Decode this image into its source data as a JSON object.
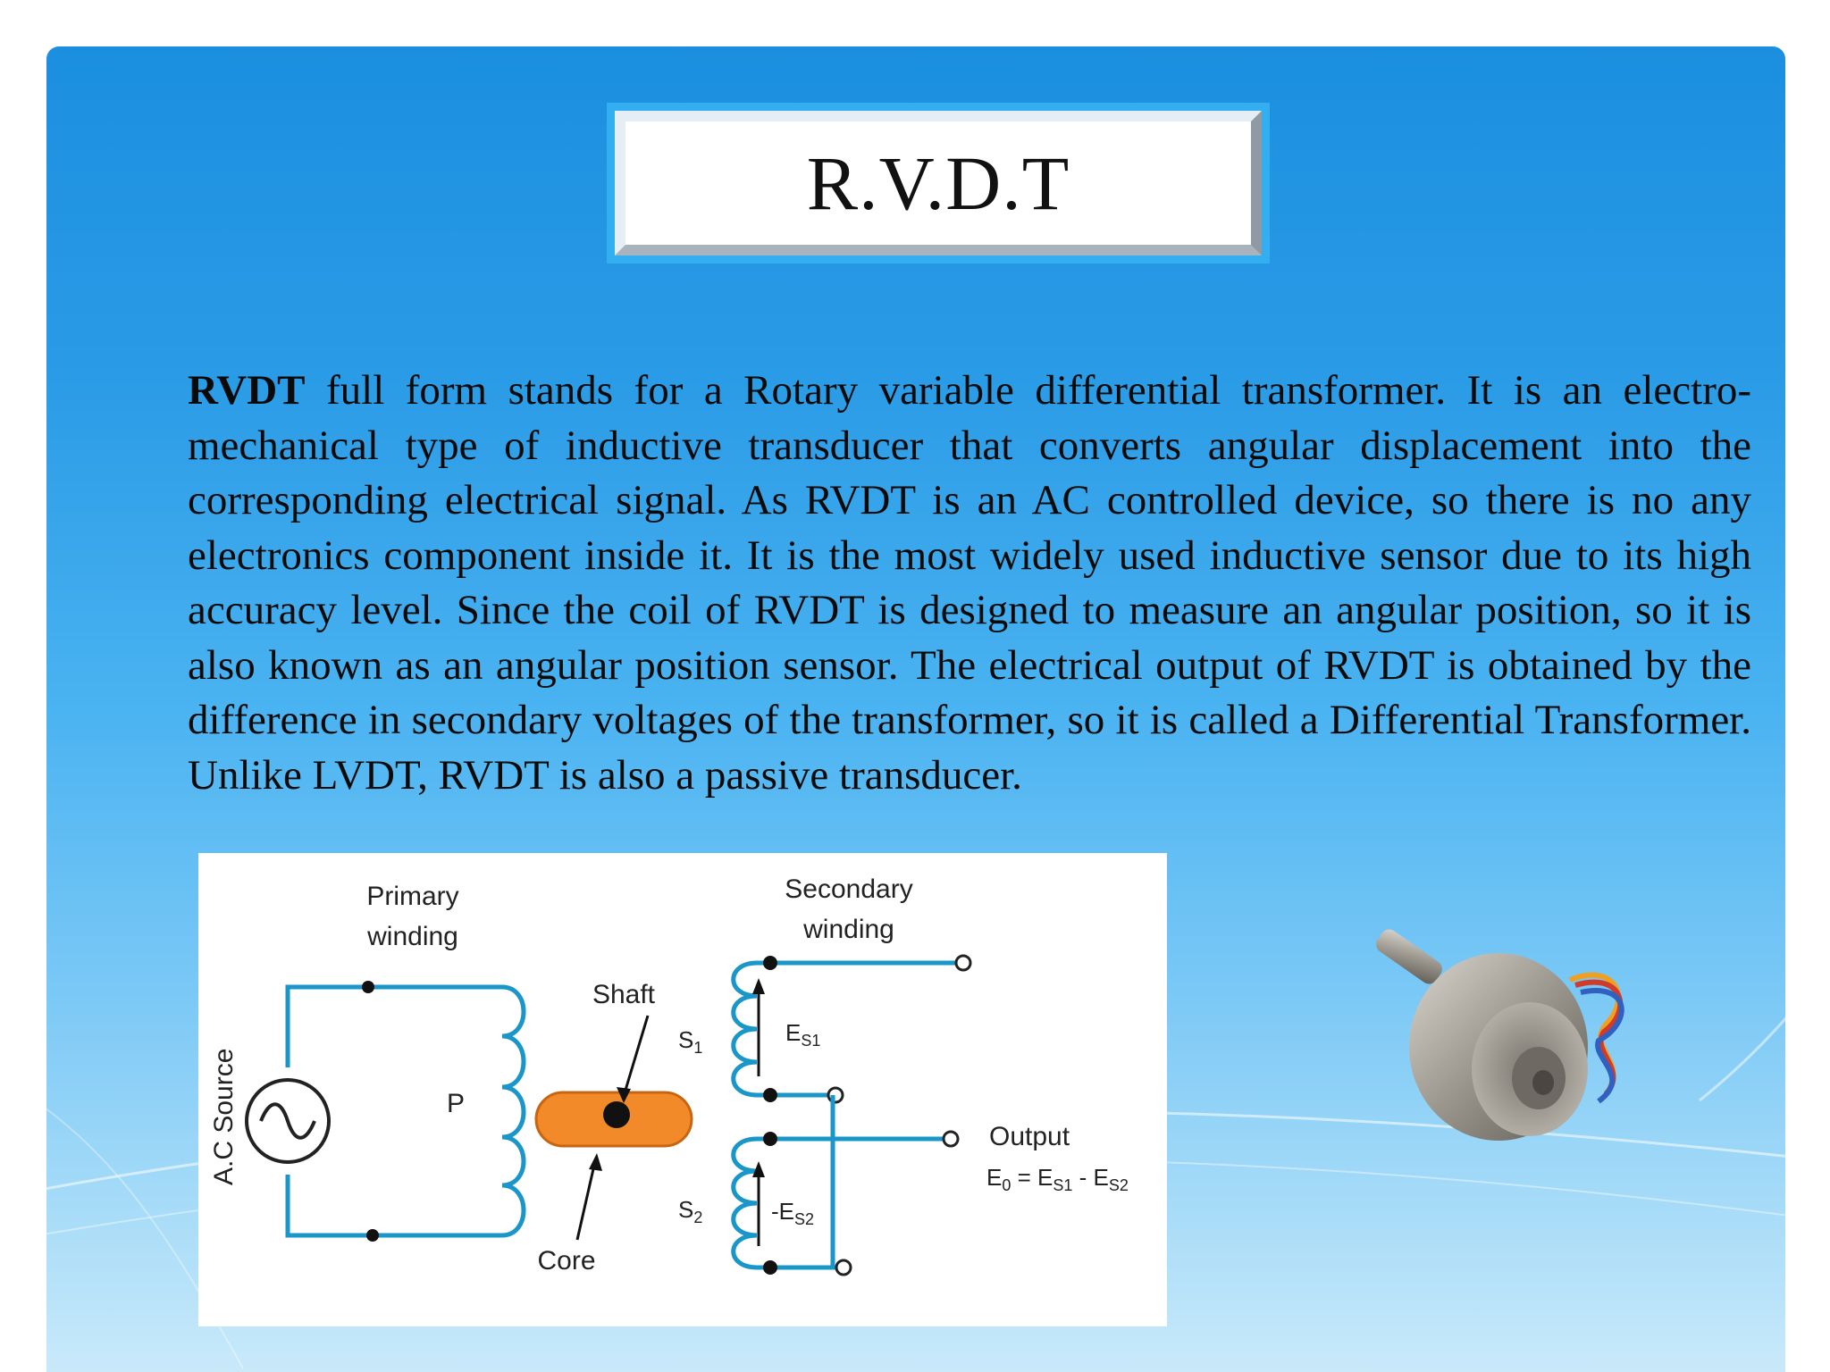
{
  "slide": {
    "title": "R.V.D.T",
    "paragraph": {
      "bold_term": "RVDT",
      "text": " full form stands for a Rotary variable differential transformer. It is an electro-mechanical type of inductive transducer that converts angular displacement into the corresponding electrical signal. As RVDT is an AC controlled device, so there is no any electronics component inside it. It is the most widely used inductive sensor due to its high accuracy level. Since the coil of RVDT is designed to measure an angular position, so it is also known as an angular position sensor. The electrical output of RVDT is obtained by the difference in secondary voltages of the transformer, so it is called a Differential Transformer. Unlike LVDT, RVDT is also a passive transducer."
    },
    "diagram": {
      "primary_winding_line1": "Primary",
      "primary_winding_line2": "winding",
      "secondary_winding_line1": "Secondary",
      "secondary_winding_line2": "winding",
      "shaft": "Shaft",
      "core": "Core",
      "source": "A.C Source",
      "coil_p": "P",
      "coil_s1": "S",
      "coil_s1_sub": "1",
      "coil_s2": "S",
      "coil_s2_sub": "2",
      "es1": "E",
      "es1_sub": "S1",
      "es2": "-E",
      "es2_sub": "S2",
      "output": "Output",
      "equation": {
        "e0": "E",
        "e0_sub": "0",
        "eq": " = E",
        "es1_sub": "S1",
        "minus": " - E",
        "es2_sub": "S2"
      }
    },
    "photo": {
      "subject": "rvdt-sensor"
    }
  },
  "colors": {
    "panel_top": "#1b8fdf",
    "panel_bottom": "#c9e9fa",
    "title_frame": "#33aef0",
    "wire": "#1b96c8",
    "core": "#f28a2a"
  }
}
